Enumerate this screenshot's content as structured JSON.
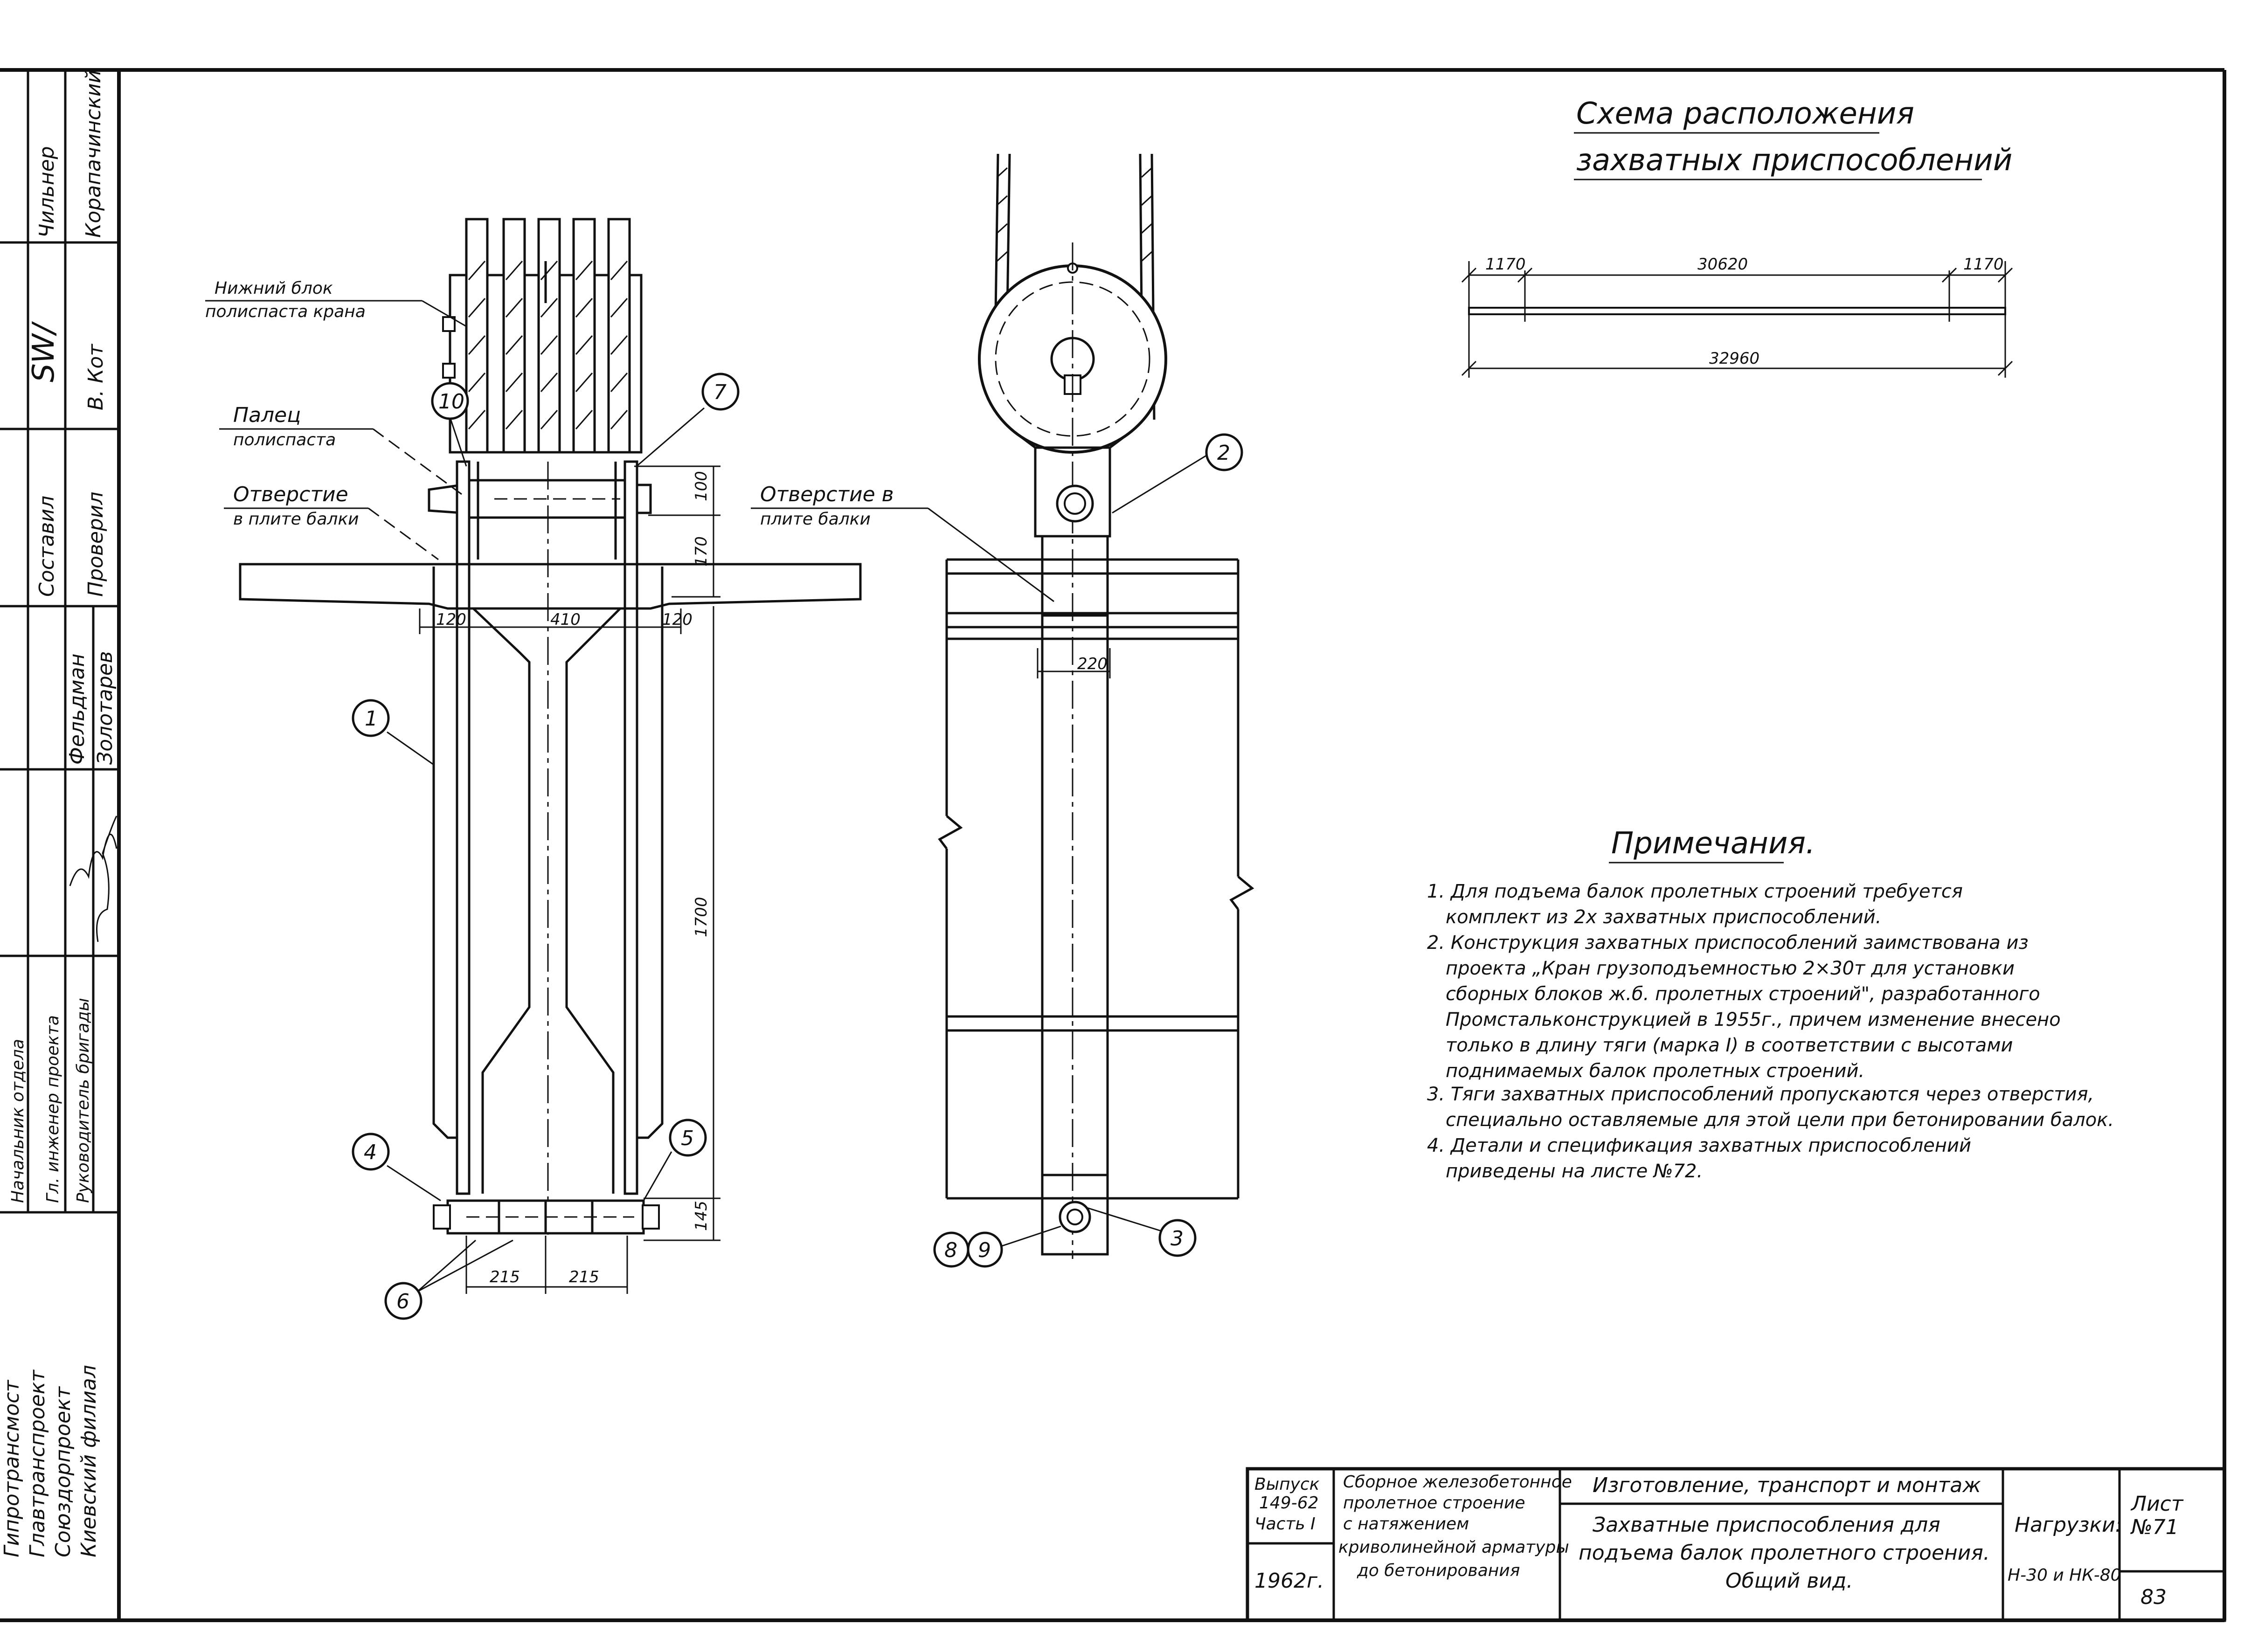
{
  "title_block": {
    "issue_label": "Выпуск",
    "issue_number": "149-62",
    "part_label": "Часть I",
    "year": "1962г.",
    "structure": [
      "Сборное железобетонное",
      "пролетное строение",
      "с натяжением",
      "криволинейной арматуры",
      "до бетонирования"
    ],
    "section": "Изготовление, транспорт и монтаж",
    "drawing_title": [
      "Захватные приспособления для",
      "подъема балок пролетного строения.",
      "Общий вид."
    ],
    "loads_label": "Нагрузки:",
    "loads_value": "Н-30 и НК-80",
    "sheet_label": "Лист",
    "sheet_number": "№71",
    "page_number": "83"
  },
  "side_stamp": {
    "org": [
      "Гипротрансмост",
      "Главтранспроект",
      "Союздорпроект",
      "Киевский филиал"
    ],
    "roles": [
      "Начальник отдела",
      "Гл. инженер проекта",
      "Руководитель бригады"
    ],
    "names": [
      "Фельдман",
      "Золотарев"
    ],
    "roles2": [
      "Составил",
      "Проверил"
    ],
    "names2": [
      "Корапачинский",
      "В. Кот"
    ],
    "top_role": "Чильнер"
  },
  "schema": {
    "title": [
      "Схема расположения",
      "захватных приспособлений"
    ],
    "dims": {
      "left": "1170",
      "middle": "30620",
      "right": "1170",
      "total": "32960"
    }
  },
  "left_view": {
    "labels": {
      "lower_block": [
        "Нижний блок",
        "полиспаста крана"
      ],
      "pin": [
        "Палец",
        "полиспаста"
      ],
      "hole": [
        "Отверстие",
        "в плите балки"
      ]
    },
    "dims": [
      "120",
      "410",
      "120",
      "100",
      "170",
      "1700",
      "145",
      "215",
      "215"
    ],
    "markers": [
      "10",
      "7",
      "1",
      "4",
      "5",
      "6"
    ]
  },
  "right_view": {
    "labels": {
      "hole": [
        "Отверстие в",
        "плите балки"
      ]
    },
    "dims": [
      "220"
    ],
    "markers": [
      "2",
      "3",
      "8",
      "9"
    ]
  },
  "notes": {
    "title": "Примечания.",
    "items": [
      [
        "1. Для подъема балок пролетных строений требуется",
        "комплект из 2х захватных приспособлений."
      ],
      [
        "2. Конструкция захватных приспособлений заимствована из",
        "проекта „Кран грузоподъемностью 2×30т для установки",
        "сборных блоков ж.б. пролетных строений\", разработанного",
        "Промстальконструкцией в 1955г., причем изменение внесено",
        "только в длину тяги (марка I) в соответствии с высотами",
        "поднимаемых балок пролетных строений."
      ],
      [
        "3. Тяги захватных приспособлений пропускаются через отверстия,",
        "специально оставляемые для этой цели при бетонировании балок."
      ],
      [
        "4. Детали и спецификация захватных приспособлений",
        "приведены на листе №72."
      ]
    ]
  }
}
